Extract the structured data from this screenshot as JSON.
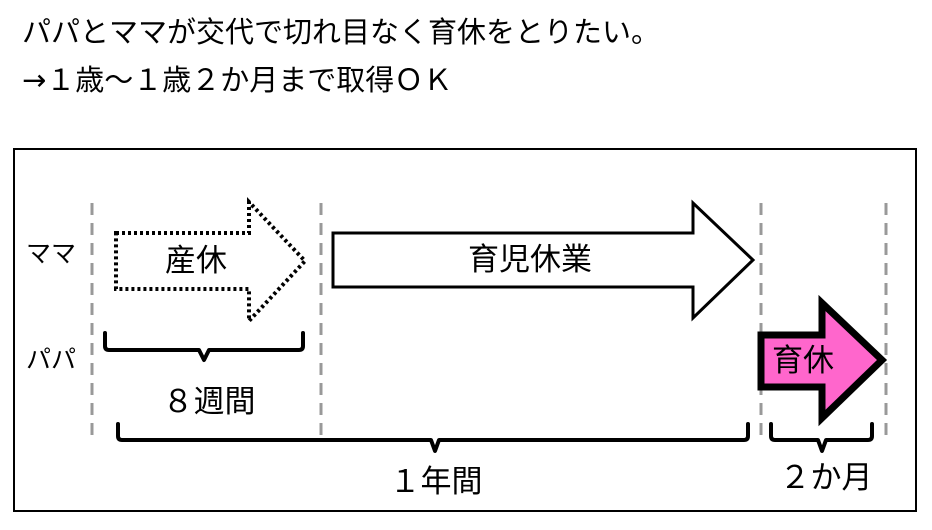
{
  "heading": {
    "line1": "パパとママが交代で切れ目なく育休をとりたい。",
    "line2": "→１歳～１歳２か月まで取得ＯＫ"
  },
  "diagram": {
    "rows": {
      "mama": "ママ",
      "papa": "パパ"
    },
    "arrows": {
      "maternity_leave": "産休",
      "childcare_leave": "育児休業",
      "papa_leave": "育休"
    },
    "spans": {
      "weeks": "８週間",
      "year": "１年間",
      "months": "２か月"
    },
    "colors": {
      "papa_leave_fill": "#ff66cc",
      "divider": "#999999"
    }
  }
}
